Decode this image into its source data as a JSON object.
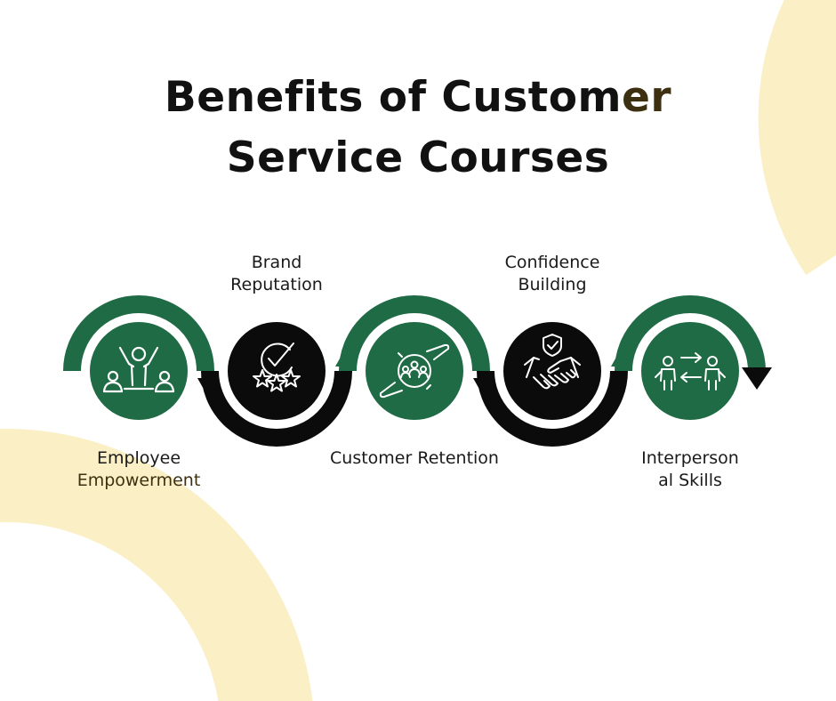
{
  "title": {
    "line1_main": "Benefits of Custom",
    "line1_tail": "er",
    "line2": "Service Courses"
  },
  "colors": {
    "green": "#1f6b45",
    "black": "#0b0b0b",
    "cream": "#fbefc6",
    "title_accent": "#3d3010"
  },
  "steps": [
    {
      "id": "employee-empowerment",
      "line1": "Employee",
      "line2": "Empowerment",
      "circle_color": "green",
      "icon": "team-celebration-icon"
    },
    {
      "id": "brand-reputation",
      "line1": "Brand",
      "line2": "Reputation",
      "circle_color": "black",
      "icon": "star-rating-check-icon"
    },
    {
      "id": "customer-retention",
      "line1": "Customer Retention",
      "line2": "",
      "circle_color": "green",
      "icon": "customers-in-hands-icon"
    },
    {
      "id": "confidence-building",
      "line1": "Confidence",
      "line2": "Building",
      "circle_color": "black",
      "icon": "handshake-shield-icon"
    },
    {
      "id": "interpersonal-skills",
      "line1": "Interperson",
      "line2": "al Skills",
      "circle_color": "green",
      "icon": "people-exchange-icon"
    }
  ]
}
